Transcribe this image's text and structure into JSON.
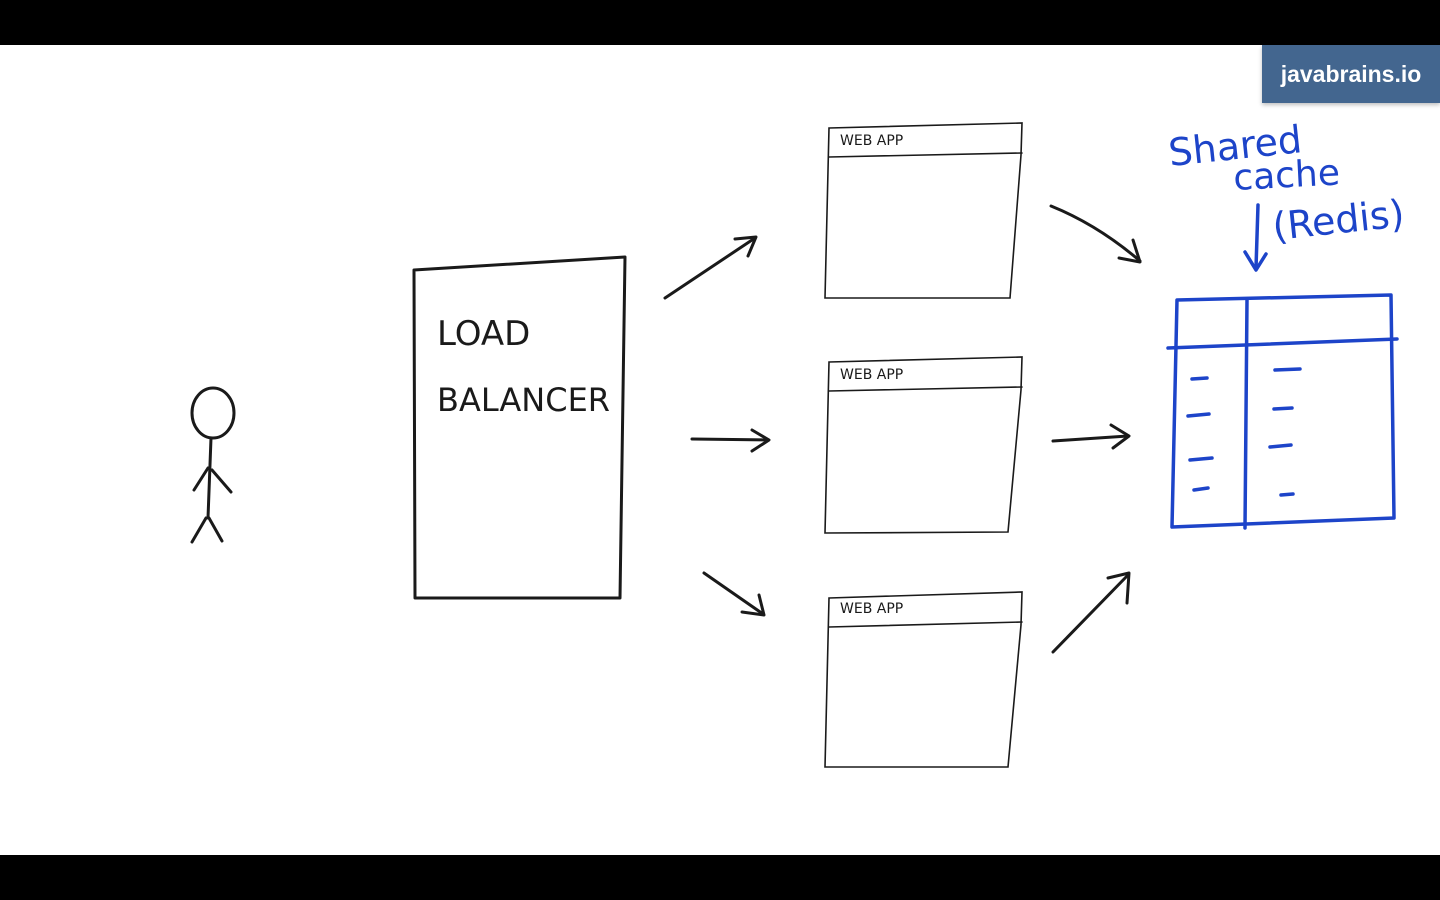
{
  "brand": {
    "label": "javabrains.io"
  },
  "load_balancer": {
    "line1": "LOAD",
    "line2": "BALANCER"
  },
  "web_apps": [
    {
      "label": "WEB APP"
    },
    {
      "label": "WEB APP"
    },
    {
      "label": "WEB APP"
    }
  ],
  "cache": {
    "line1": "Shared",
    "line2": "cache",
    "line3": "(Redis)"
  },
  "colors": {
    "ink": "#1a1a1a",
    "annotation": "#1d44c9",
    "brand_bg": "#43668f"
  }
}
